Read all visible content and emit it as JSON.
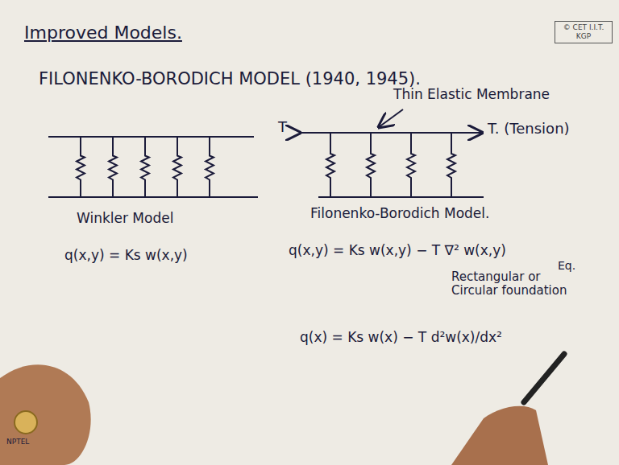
{
  "diagram": {
    "title": "Improved Models.",
    "nodes": [
      {
        "text": [
          "© CET I.I.T. KGP"
        ]
      }
    ],
    "labels": [
      "FILONENKO-BORODICH MODEL (1940, 1945).",
      "Thin Elastic Membrane",
      "T",
      "T. (Tension)",
      "Winkler Model",
      "q(x,y) = Ks w(x,y)",
      "Filonenko-Borodich Model.",
      "q(x,y) = Ks w(x,y) − T ∇² w(x,y)",
      "Eq.",
      "Rectangular or Circular foundation",
      "q(x) = Ks w(x) − T d²w(x)/dx²",
      "NPTEL"
    ]
  }
}
